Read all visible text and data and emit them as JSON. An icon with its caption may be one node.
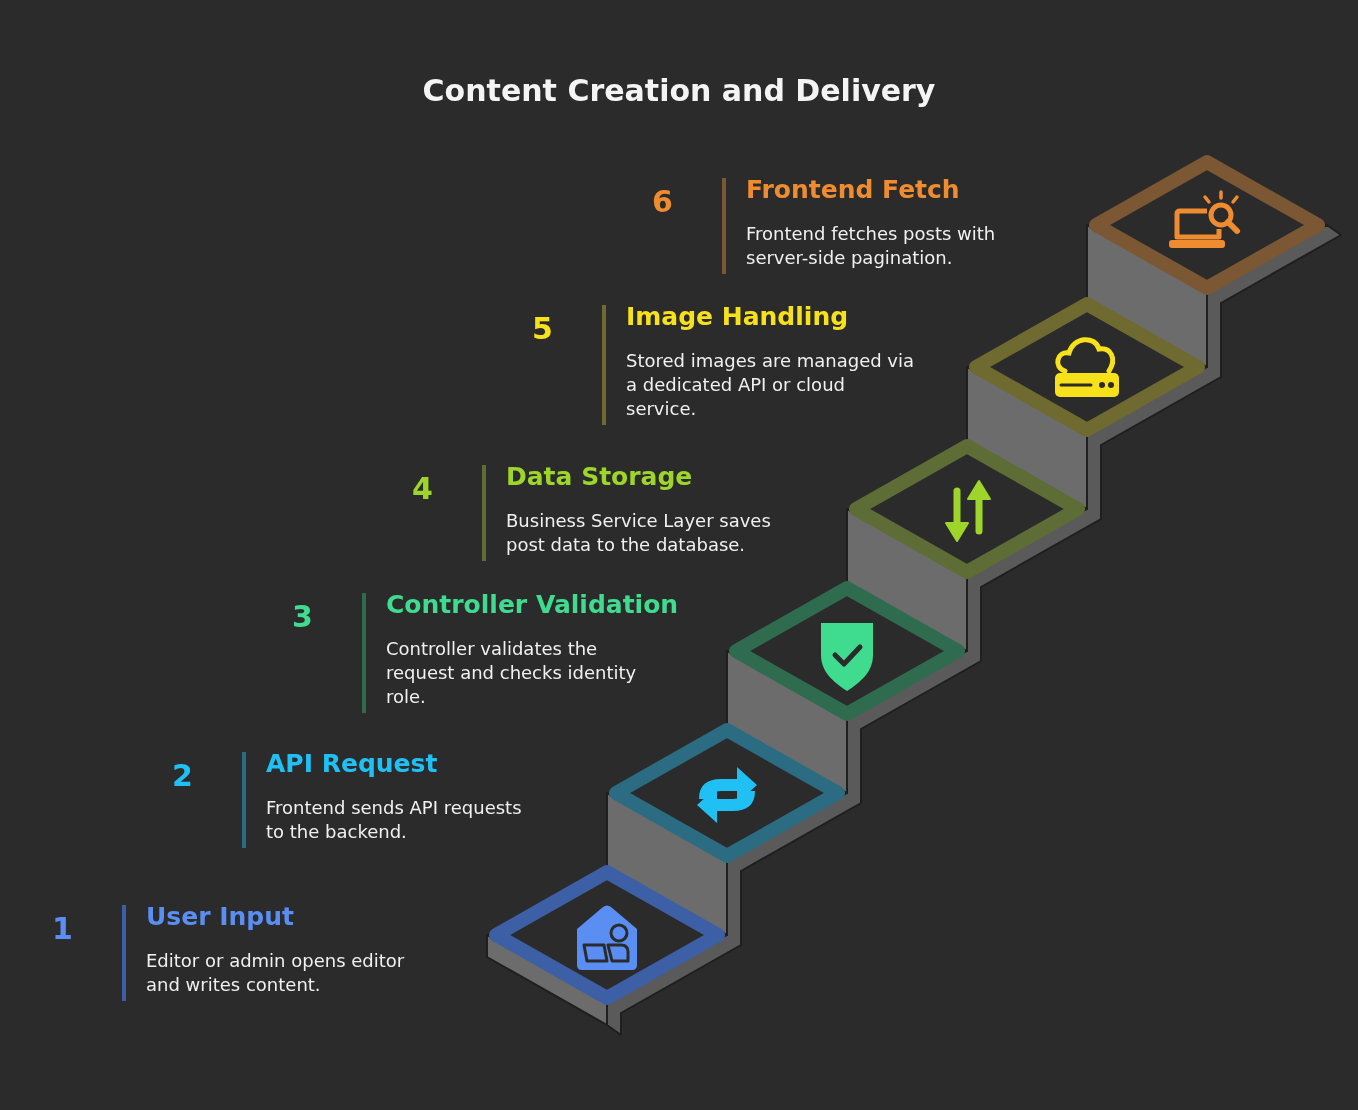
{
  "diagram": {
    "title": "Content Creation and Delivery",
    "labels": [
      "6",
      "Frontend Fetch",
      "Frontend fetches posts with server-side pagination.",
      "5",
      "Image Handling",
      "Stored images are managed via a dedicated API or cloud service.",
      "4",
      "Data Storage",
      "Business Service Layer saves post data to the database.",
      "3",
      "Controller Validation",
      "Controller validates the request and checks identity role.",
      "2",
      "API Request",
      "Frontend sends API requests to the backend.",
      "1",
      "User Input",
      "Editor or admin opens editor and writes content."
    ]
  }
}
